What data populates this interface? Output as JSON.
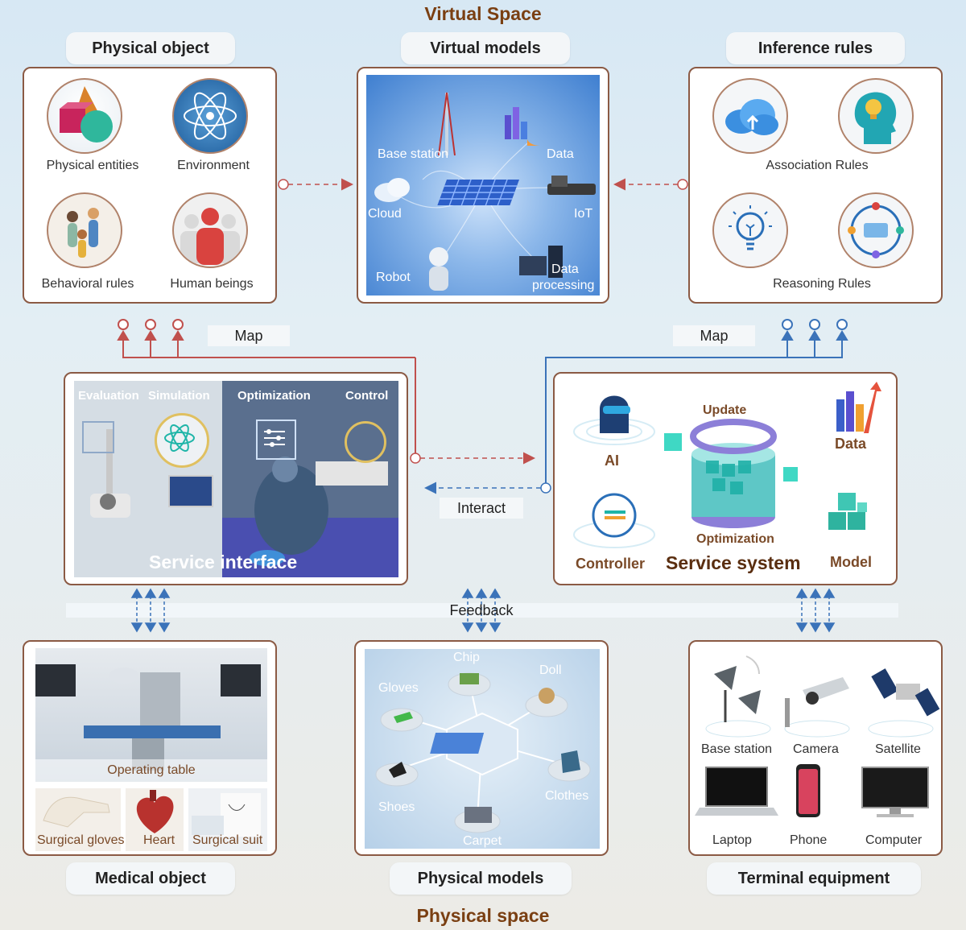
{
  "titles": {
    "virtual_space": "Virtual Space",
    "physical_space": "Physical space"
  },
  "headers": {
    "physical_object": "Physical object",
    "virtual_models": "Virtual models",
    "inference_rules": "Inference rules",
    "medical_object": "Medical object",
    "physical_models": "Physical models",
    "terminal_equipment": "Terminal equipment"
  },
  "physical_object": {
    "items": [
      "Physical entities",
      "Environment",
      "Behavioral rules",
      "Human beings"
    ]
  },
  "virtual_models": {
    "items": [
      "Base station",
      "Data",
      "Cloud",
      "IoT",
      "Robot",
      "Data",
      "processing"
    ]
  },
  "inference_rules": {
    "items": [
      "Association Rules",
      "Reasoning Rules"
    ]
  },
  "connectors": {
    "map_left": "Map",
    "map_right": "Map",
    "interact": "Interact",
    "feedback": "Feedback"
  },
  "service_interface": {
    "labels": [
      "Evaluation",
      "Simulation",
      "Optimization",
      "Control"
    ],
    "title": "Service interface"
  },
  "service_system": {
    "update": "Update",
    "ai": "AI",
    "data": "Data",
    "controller": "Controller",
    "optimization": "Optimization",
    "title": "Service system",
    "model": "Model"
  },
  "medical_object": {
    "items": [
      "Operating table",
      "Surgical gloves",
      "Heart",
      "Surgical suit"
    ]
  },
  "physical_models": {
    "items": [
      "Chip",
      "Doll",
      "Gloves",
      "Shoes",
      "Clothes",
      "Carpet"
    ]
  },
  "terminal_equipment": {
    "items": [
      "Base station",
      "Camera",
      "Satellite",
      "Laptop",
      "Phone",
      "Computer"
    ]
  },
  "colors": {
    "brown": "#7a3f12",
    "red_arrow": "#c0504d",
    "blue_arrow": "#3b73b9",
    "border": "#8b5a44"
  }
}
